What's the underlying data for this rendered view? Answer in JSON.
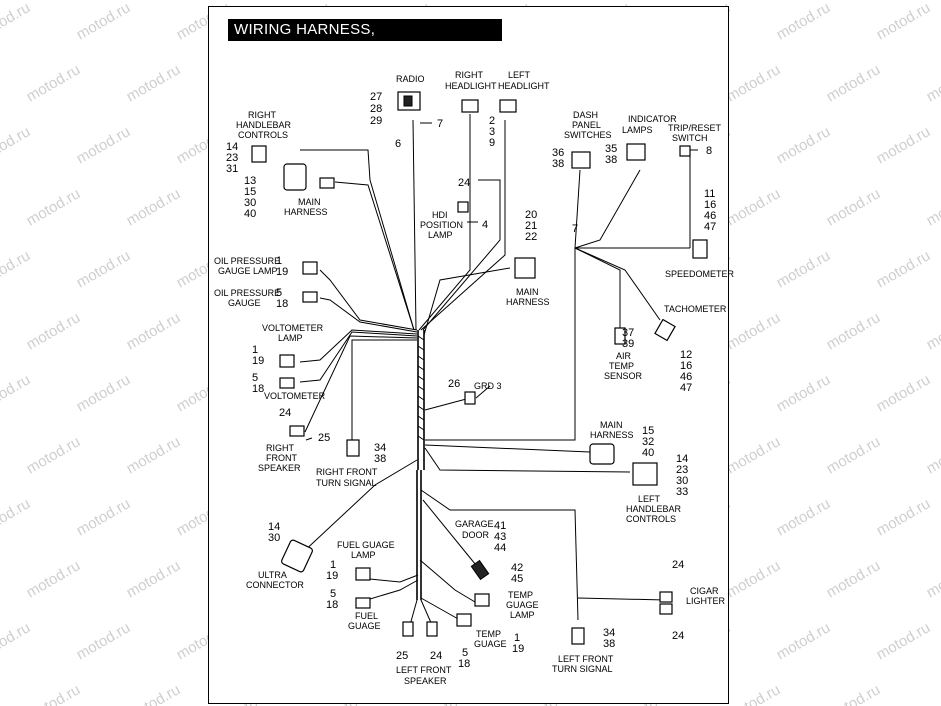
{
  "title": "WIRING HARNESS, INTERCONNECT",
  "watermark": "motod.ru",
  "labels": {
    "radio": "RADIO",
    "right_headlight_1": "RIGHT",
    "right_headlight_2": "HEADLIGHT",
    "left_headlight_1": "LEFT",
    "left_headlight_2": "HEADLIGHT",
    "right_handlebar_1": "RIGHT",
    "right_handlebar_2": "HANDLEBAR",
    "right_handlebar_3": "CONTROLS",
    "main_harness_1": "MAIN",
    "main_harness_2": "HARNESS",
    "hdi_1": "HDI",
    "hdi_2": "POSITION",
    "hdi_3": "LAMP",
    "dash_1": "DASH",
    "dash_2": "PANEL",
    "dash_3": "SWITCHES",
    "indicator_1": "INDICATOR",
    "indicator_2": "LAMPS",
    "trip_1": "TRIP/RESET",
    "trip_2": "SWITCH",
    "speedometer": "SPEEDOMETER",
    "oil_lamp_1": "OIL PRESSURE",
    "oil_lamp_2": "GAUGE LAMP",
    "oil_gauge_1": "OIL PRESSURE",
    "oil_gauge_2": "GAUGE",
    "main_harness_b1": "MAIN",
    "main_harness_b2": "HARNESS",
    "tachometer": "TACHOMETER",
    "volt_lamp_1": "VOLTOMETER",
    "volt_lamp_2": "LAMP",
    "voltometer": "VOLTOMETER",
    "air_1": "AIR",
    "air_2": "TEMP",
    "air_3": "SENSOR",
    "grd": "GRD 3",
    "rfs_1": "RIGHT",
    "rfs_2": "FRONT",
    "rfs_3": "SPEAKER",
    "rfts_1": "RIGHT FRONT",
    "rfts_2": "TURN SIGNAL",
    "main_harness_c1": "MAIN",
    "main_harness_c2": "HARNESS",
    "lh_1": "LEFT",
    "lh_2": "HANDLEBAR",
    "lh_3": "CONTROLS",
    "garage_1": "GARAGE",
    "garage_2": "DOOR",
    "ultra_1": "ULTRA",
    "ultra_2": "CONNECTOR",
    "fgl_1": "FUEL GUAGE",
    "fgl_2": "LAMP",
    "fg_1": "FUEL",
    "fg_2": "GUAGE",
    "tgl_1": "TEMP",
    "tgl_2": "GUAGE",
    "tgl_3": "LAMP",
    "tg_1": "TEMP",
    "tg_2": "GUAGE",
    "lfs_1": "LEFT FRONT",
    "lfs_2": "SPEAKER",
    "lfts_1": "LEFT FRONT",
    "lfts_2": "TURN SIGNAL",
    "cigar_1": "CIGAR",
    "cigar_2": "LIGHTER"
  },
  "numbers": {
    "radio_a": "27",
    "radio_b": "28",
    "radio_c": "29",
    "radio_d": "7",
    "radio_e": "6",
    "hl_a": "2",
    "hl_b": "3",
    "hl_c": "9",
    "rhc_a": "14",
    "rhc_b": "23",
    "rhc_c": "31",
    "mh_a": "13",
    "mh_b": "15",
    "mh_c": "30",
    "mh_d": "40",
    "hdi_a": "24",
    "hdi_b": "4",
    "dash_a": "36",
    "dash_b": "38",
    "ind_a": "35",
    "ind_b": "38",
    "trip_a": "8",
    "spd_a": "11",
    "spd_b": "16",
    "spd_c": "46",
    "spd_d": "47",
    "mhb_a": "20",
    "mhb_b": "21",
    "mhb_c": "22",
    "junction_7": "7",
    "oil_a": "1",
    "oil_b": "19",
    "oil_c": "5",
    "oil_d": "18",
    "vl_a": "1",
    "vl_b": "19",
    "vl_c": "5",
    "vl_d": "18",
    "air_a": "37",
    "air_b": "39",
    "tach_a": "12",
    "tach_b": "16",
    "tach_c": "46",
    "tach_d": "47",
    "grd_a": "26",
    "rfs_a": "24",
    "rfs_b": "25",
    "rfts_a": "34",
    "rfts_b": "38",
    "mhc_a": "15",
    "mhc_b": "32",
    "mhc_c": "40",
    "lhc_a": "14",
    "lhc_b": "23",
    "lhc_c": "30",
    "lhc_d": "33",
    "uc_a": "14",
    "uc_b": "30",
    "gd_a": "41",
    "gd_b": "43",
    "gd_c": "44",
    "gd_d": "42",
    "gd_e": "45",
    "fgl_a": "1",
    "fgl_b": "19",
    "fg_a": "5",
    "fg_b": "18",
    "tgl_a": "1",
    "tgl_b": "19",
    "tg_a": "5",
    "tg_b": "18",
    "lfs_a": "25",
    "lfs_b": "24",
    "lfts_a": "34",
    "lfts_b": "38",
    "cig_a": "24",
    "cig_b": "24"
  }
}
